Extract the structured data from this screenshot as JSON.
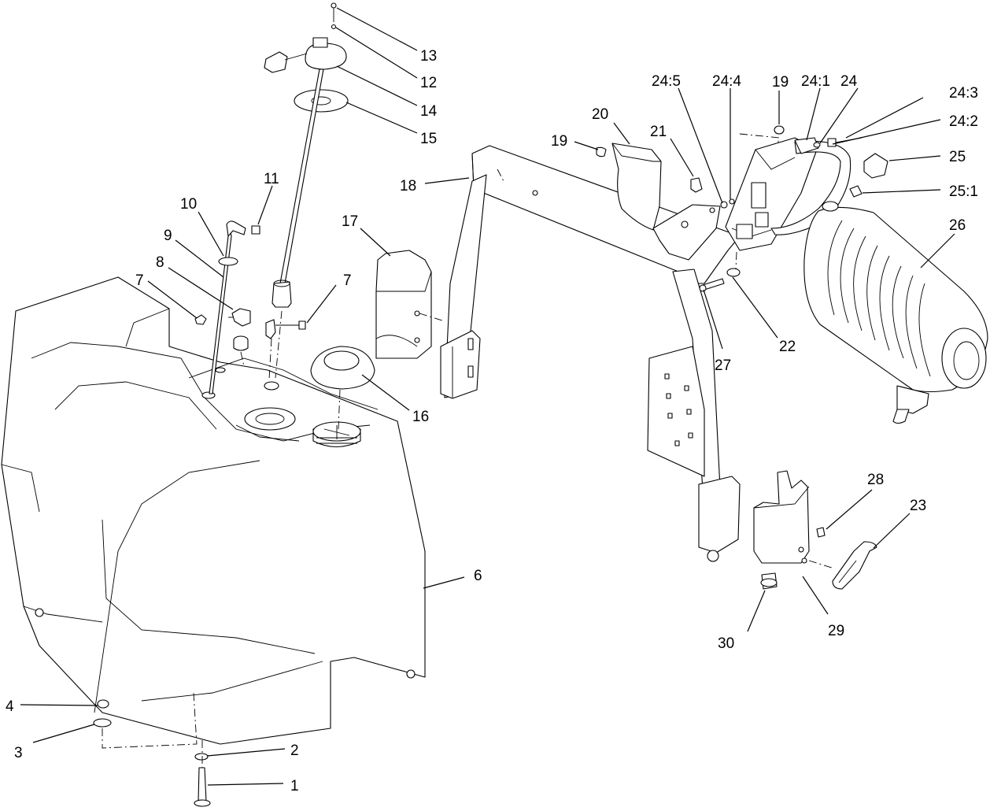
{
  "callouts": [
    {
      "id": "c1",
      "text": "1"
    },
    {
      "id": "c2",
      "text": "2"
    },
    {
      "id": "c3",
      "text": "3"
    },
    {
      "id": "c4",
      "text": "4"
    },
    {
      "id": "c6",
      "text": "6"
    },
    {
      "id": "c7a",
      "text": "7"
    },
    {
      "id": "c7b",
      "text": "7"
    },
    {
      "id": "c8",
      "text": "8"
    },
    {
      "id": "c9",
      "text": "9"
    },
    {
      "id": "c10",
      "text": "10"
    },
    {
      "id": "c11",
      "text": "11"
    },
    {
      "id": "c12",
      "text": "12"
    },
    {
      "id": "c13",
      "text": "13"
    },
    {
      "id": "c14",
      "text": "14"
    },
    {
      "id": "c15",
      "text": "15"
    },
    {
      "id": "c16",
      "text": "16"
    },
    {
      "id": "c17",
      "text": "17"
    },
    {
      "id": "c18",
      "text": "18"
    },
    {
      "id": "c19a",
      "text": "19"
    },
    {
      "id": "c19b",
      "text": "19"
    },
    {
      "id": "c20",
      "text": "20"
    },
    {
      "id": "c21",
      "text": "21"
    },
    {
      "id": "c22",
      "text": "22"
    },
    {
      "id": "c23",
      "text": "23"
    },
    {
      "id": "c24",
      "text": "24"
    },
    {
      "id": "c24_1",
      "text": "24:1"
    },
    {
      "id": "c24_2",
      "text": "24:2"
    },
    {
      "id": "c24_3",
      "text": "24:3"
    },
    {
      "id": "c24_4",
      "text": "24:4"
    },
    {
      "id": "c24_5",
      "text": "24:5"
    },
    {
      "id": "c25",
      "text": "25"
    },
    {
      "id": "c25_1",
      "text": "25:1"
    },
    {
      "id": "c26",
      "text": "26"
    },
    {
      "id": "c27",
      "text": "27"
    },
    {
      "id": "c28",
      "text": "28"
    },
    {
      "id": "c29",
      "text": "29"
    },
    {
      "id": "c30",
      "text": "30"
    }
  ]
}
